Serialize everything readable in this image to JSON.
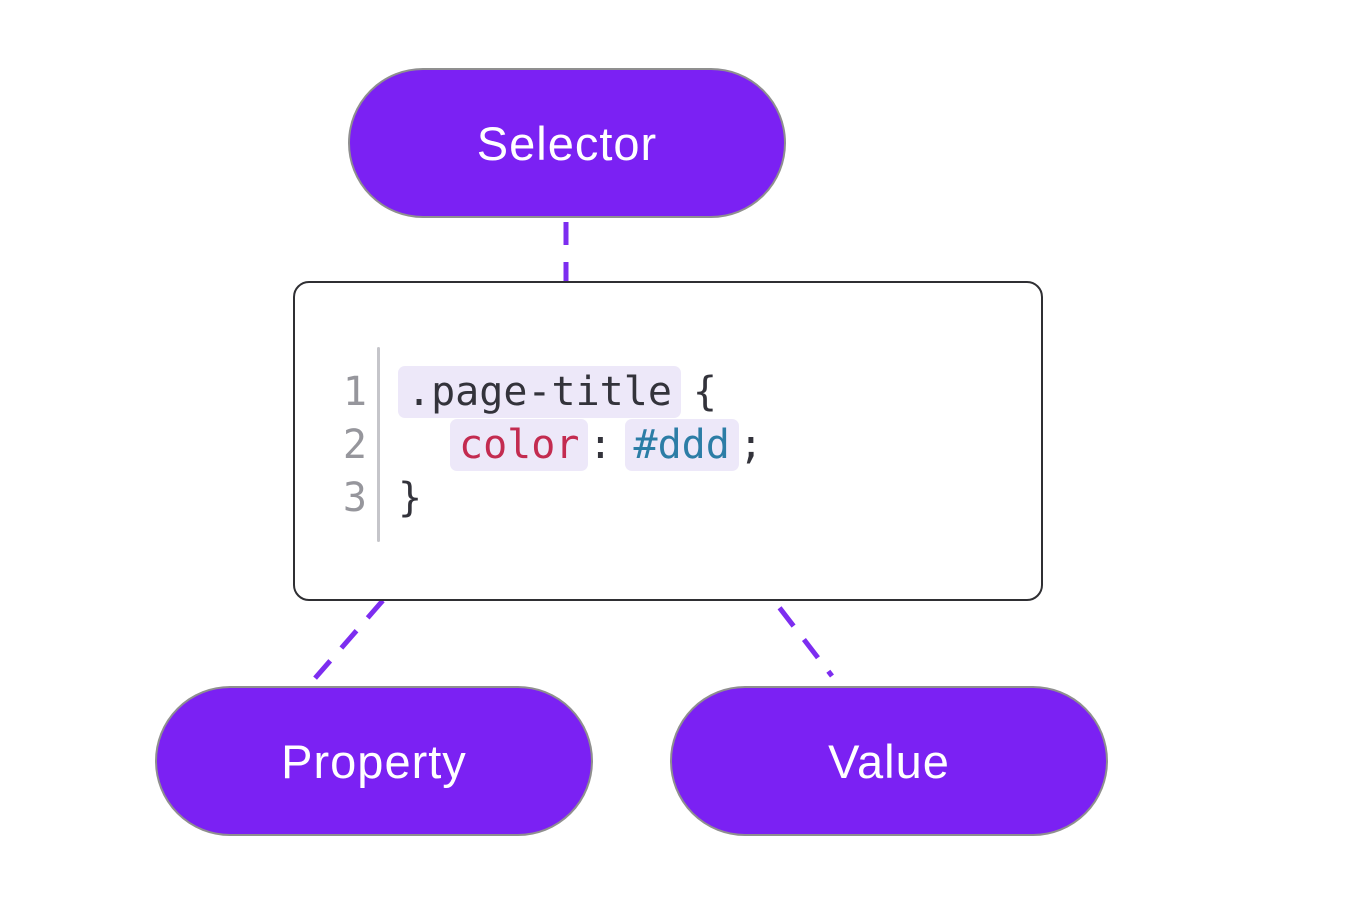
{
  "nodes": {
    "selector": {
      "label": "Selector"
    },
    "property": {
      "label": "Property"
    },
    "value": {
      "label": "Value"
    }
  },
  "code_box": {
    "line_numbers": [
      "1",
      "2",
      "3"
    ],
    "line1": {
      "selector_token": ".page-title",
      "open_brace": "{"
    },
    "line2": {
      "property_token": "color",
      "colon": ":",
      "value_token": "#ddd",
      "semicolon": ";"
    },
    "line3": {
      "close_brace": "}"
    }
  },
  "colors": {
    "accent_purple": "#7b21f3",
    "connector_purple": "#7d2df0",
    "pill_border_gray": "#8f8f8f",
    "pill_text": "#ffffff",
    "code_box_border": "#2f2f33",
    "code_text": "#33333b",
    "line_number_gray": "#96969c",
    "gutter_divider_gray": "#c5c5ca",
    "property_red": "#c32b50",
    "value_teal": "#2c7da6",
    "token_highlight_bg": "#ede8f9",
    "background": "#ffffff"
  }
}
